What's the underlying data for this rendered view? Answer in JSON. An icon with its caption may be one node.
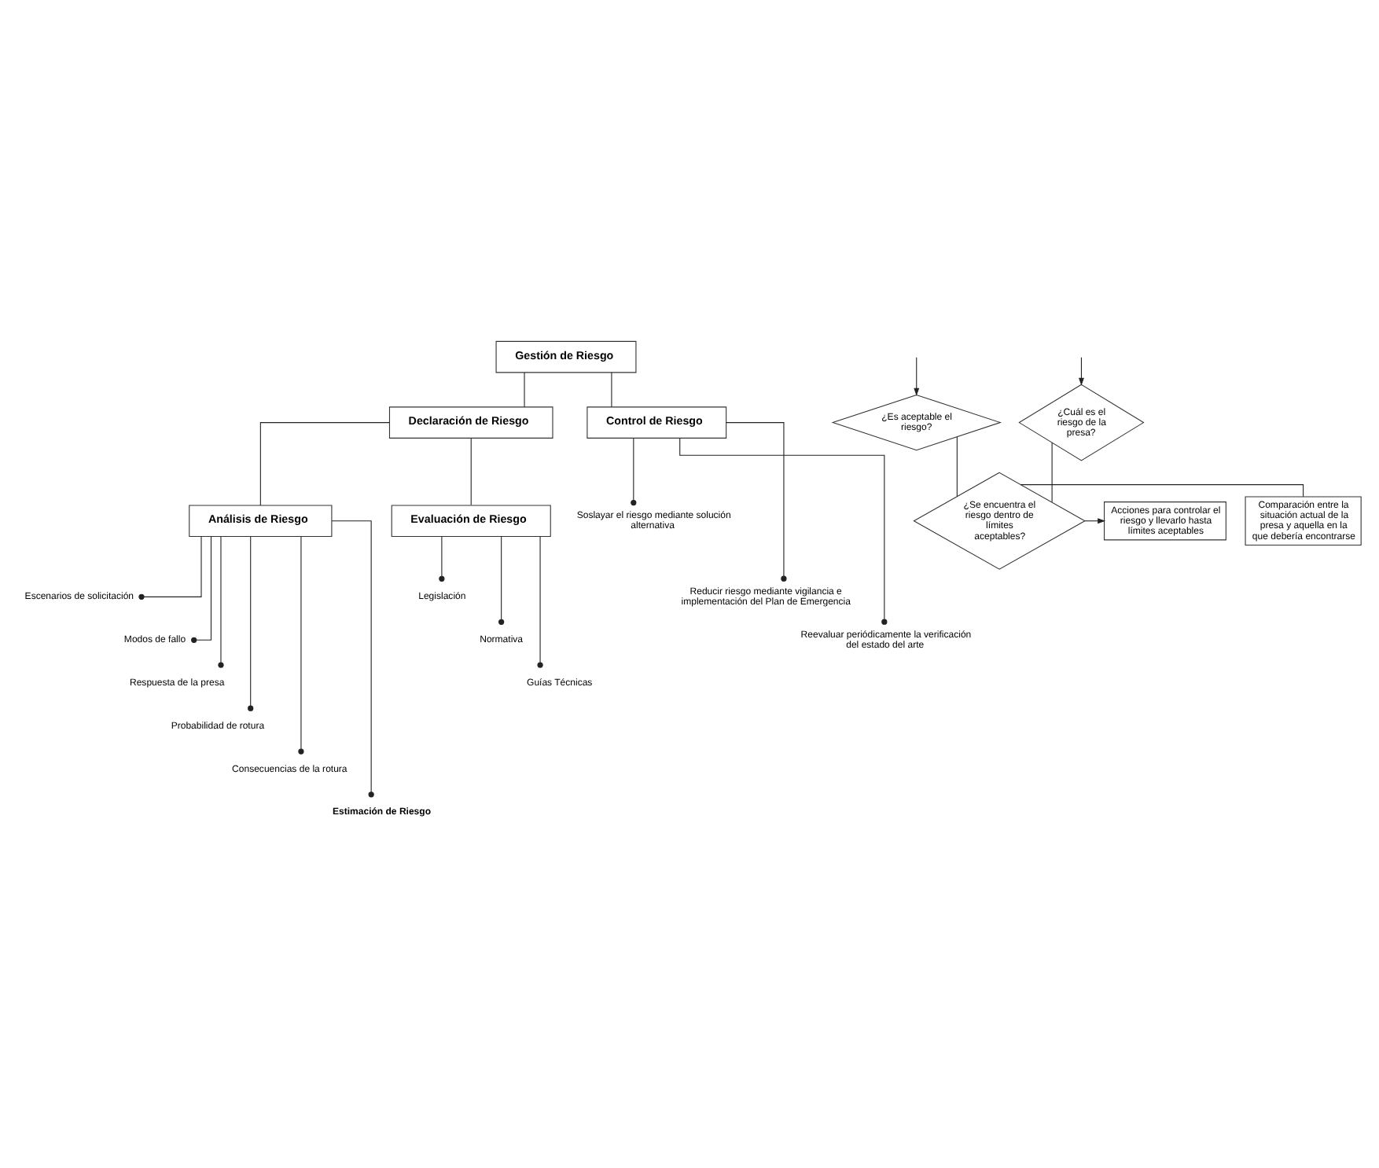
{
  "diagram": {
    "nodes": [
      {
        "text": [
          "Gestión de Riesgo"
        ]
      },
      {
        "text": [
          "Declaración de Riesgo"
        ]
      },
      {
        "text": [
          "Control de Riesgo"
        ]
      },
      {
        "text": [
          "Análisis de Riesgo"
        ]
      },
      {
        "text": [
          "Evaluación de Riesgo"
        ]
      },
      {
        "text": [
          "Soslayar el riesgo mediante solución alternativa"
        ]
      },
      {
        "text": [
          "Reducir riesgo mediante vigilancia e implementación del Plan de Emergencia"
        ]
      },
      {
        "text": [
          "Reevaluar periódicamente la verificación del estado del arte"
        ]
      },
      {
        "text": [
          "Escenarios de solicitación"
        ]
      },
      {
        "text": [
          "Modos de fallo"
        ]
      },
      {
        "text": [
          "Respuesta de la presa"
        ]
      },
      {
        "text": [
          "Probabilidad de rotura"
        ]
      },
      {
        "text": [
          "Consecuencias de la rotura"
        ]
      },
      {
        "text": [
          "Estimación de Riesgo"
        ]
      },
      {
        "text": [
          "Legislación"
        ]
      },
      {
        "text": [
          "Normativa"
        ]
      },
      {
        "text": [
          "Guías Técnicas"
        ]
      },
      {
        "text": [
          "¿Cuál es el riesgo de la presa?"
        ]
      },
      {
        "text": [
          "¿Es aceptable el riesgo?"
        ]
      },
      {
        "text": [
          "¿Se encuentra el riesgo dentro de límites aceptables?"
        ]
      },
      {
        "text": [
          "Comparación entre la situación actual de la presa y aquella en la que debería encontrarse"
        ]
      },
      {
        "text": [
          "Acciones para controlar el riesgo y llevarlo hasta límites aceptables"
        ]
      }
    ],
    "edges": [
      {
        "from": 0,
        "to": 1,
        "arrow": "none"
      },
      {
        "from": 0,
        "to": 2,
        "arrow": "none"
      },
      {
        "from": 1,
        "to": 3,
        "arrow": "none"
      },
      {
        "from": 1,
        "to": 4,
        "arrow": "none"
      },
      {
        "from": 2,
        "to": 5,
        "arrow": "other"
      },
      {
        "from": 2,
        "to": 6,
        "arrow": "other"
      },
      {
        "from": 2,
        "to": 7,
        "arrow": "other"
      },
      {
        "from": 3,
        "to": 8,
        "arrow": "other"
      },
      {
        "from": 3,
        "to": 9,
        "arrow": "other"
      },
      {
        "from": 3,
        "to": 10,
        "arrow": "other"
      },
      {
        "from": 3,
        "to": 11,
        "arrow": "other"
      },
      {
        "from": 3,
        "to": 12,
        "arrow": "other"
      },
      {
        "from": 3,
        "to": 13,
        "arrow": "other"
      },
      {
        "from": 4,
        "to": 14,
        "arrow": "other"
      },
      {
        "from": 4,
        "to": 15,
        "arrow": "other"
      },
      {
        "from": 4,
        "to": 16,
        "arrow": "other"
      },
      {
        "from": null,
        "to": 17,
        "arrow": "to"
      },
      {
        "from": null,
        "to": 18,
        "arrow": "to"
      },
      {
        "from": 17,
        "to": 19,
        "arrow": "none"
      },
      {
        "from": 18,
        "to": 19,
        "arrow": "none"
      },
      {
        "from": 19,
        "to": 20,
        "arrow": "none"
      },
      {
        "from": 19,
        "to": 21,
        "arrow": "to"
      }
    ]
  }
}
